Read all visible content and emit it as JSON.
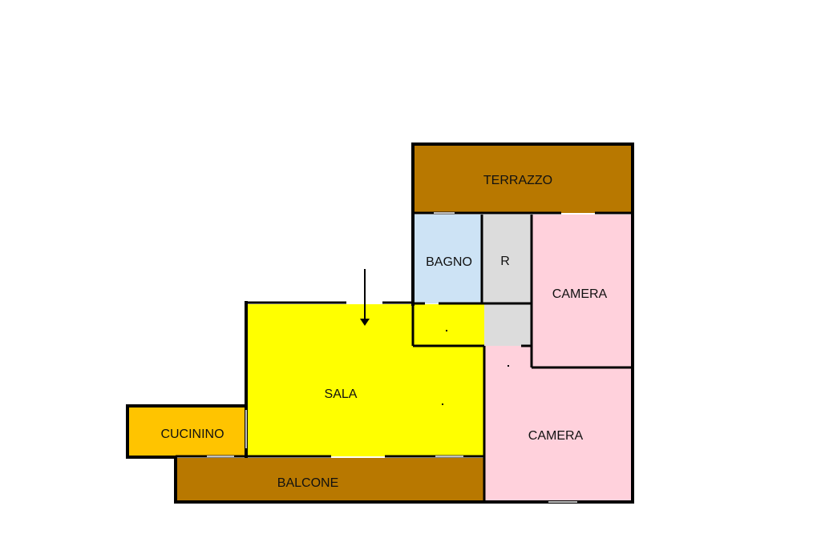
{
  "rooms": {
    "terrazzo": {
      "label": "TERRAZZO",
      "color": "#b87800"
    },
    "bagno": {
      "label": "BAGNO",
      "color": "#cde3f5"
    },
    "ripostiglio": {
      "label": "R",
      "color": "#dcdcdc"
    },
    "camera_top": {
      "label": "CAMERA",
      "color": "#ffd1dc"
    },
    "sala": {
      "label": "SALA",
      "color": "#ffff00"
    },
    "cucinino": {
      "label": "CUCININO",
      "color": "#ffc400"
    },
    "camera_bottom": {
      "label": "CAMERA",
      "color": "#ffd1dc"
    },
    "balcone": {
      "label": "BALCONE",
      "color": "#b87800"
    },
    "corridoio": {
      "label": "",
      "color": "#dcdcdc"
    }
  },
  "colors": {
    "wall": "#000000",
    "window": "#ffffff"
  },
  "entrance_icon": "arrow-down-icon"
}
